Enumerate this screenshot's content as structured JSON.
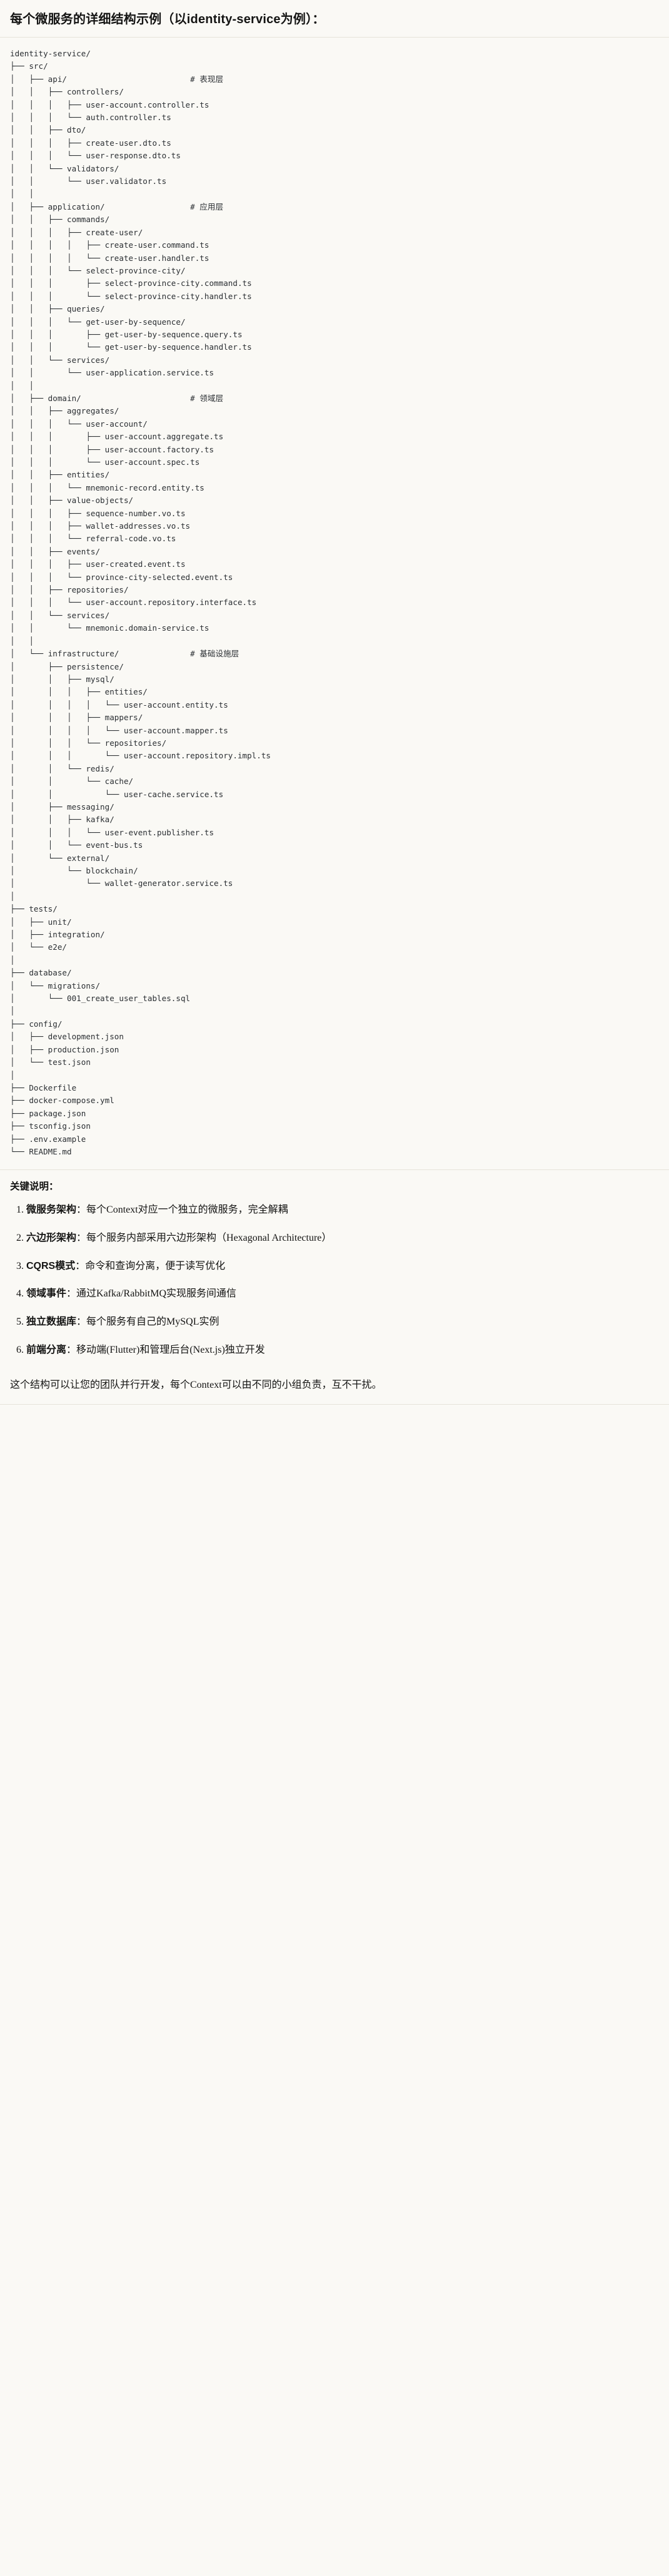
{
  "heading": "每个微服务的详细结构示例（以identity-service为例）：",
  "tree": {
    "text": "identity-service/\n├── src/\n│   ├── api/                          # 表现层\n│   │   ├── controllers/\n│   │   │   ├── user-account.controller.ts\n│   │   │   └── auth.controller.ts\n│   │   ├── dto/\n│   │   │   ├── create-user.dto.ts\n│   │   │   └── user-response.dto.ts\n│   │   └── validators/\n│   │       └── user.validator.ts\n│   │\n│   ├── application/                  # 应用层\n│   │   ├── commands/\n│   │   │   ├── create-user/\n│   │   │   │   ├── create-user.command.ts\n│   │   │   │   └── create-user.handler.ts\n│   │   │   └── select-province-city/\n│   │   │       ├── select-province-city.command.ts\n│   │   │       └── select-province-city.handler.ts\n│   │   ├── queries/\n│   │   │   └── get-user-by-sequence/\n│   │   │       ├── get-user-by-sequence.query.ts\n│   │   │       └── get-user-by-sequence.handler.ts\n│   │   └── services/\n│   │       └── user-application.service.ts\n│   │\n│   ├── domain/                       # 领域层\n│   │   ├── aggregates/\n│   │   │   └── user-account/\n│   │   │       ├── user-account.aggregate.ts\n│   │   │       ├── user-account.factory.ts\n│   │   │       └── user-account.spec.ts\n│   │   ├── entities/\n│   │   │   └── mnemonic-record.entity.ts\n│   │   ├── value-objects/\n│   │   │   ├── sequence-number.vo.ts\n│   │   │   ├── wallet-addresses.vo.ts\n│   │   │   └── referral-code.vo.ts\n│   │   ├── events/\n│   │   │   ├── user-created.event.ts\n│   │   │   └── province-city-selected.event.ts\n│   │   ├── repositories/\n│   │   │   └── user-account.repository.interface.ts\n│   │   └── services/\n│   │       └── mnemonic.domain-service.ts\n│   │\n│   └── infrastructure/               # 基础设施层\n│       ├── persistence/\n│       │   ├── mysql/\n│       │   │   ├── entities/\n│       │   │   │   └── user-account.entity.ts\n│       │   │   ├── mappers/\n│       │   │   │   └── user-account.mapper.ts\n│       │   │   └── repositories/\n│       │   │       └── user-account.repository.impl.ts\n│       │   └── redis/\n│       │       └── cache/\n│       │           └── user-cache.service.ts\n│       ├── messaging/\n│       │   ├── kafka/\n│       │   │   └── user-event.publisher.ts\n│       │   └── event-bus.ts\n│       └── external/\n│           └── blockchain/\n│               └── wallet-generator.service.ts\n│\n├── tests/\n│   ├── unit/\n│   ├── integration/\n│   └── e2e/\n│\n├── database/\n│   └── migrations/\n│       └── 001_create_user_tables.sql\n│\n├── config/\n│   ├── development.json\n│   ├── production.json\n│   └── test.json\n│\n├── Dockerfile\n├── docker-compose.yml\n├── package.json\n├── tsconfig.json\n├── .env.example\n└── README.md"
  },
  "notes": {
    "title": "关键说明：",
    "items": [
      {
        "bold": "微服务架构",
        "rest": "：每个Context对应一个独立的微服务，完全解耦"
      },
      {
        "bold": "六边形架构",
        "rest": "：每个服务内部采用六边形架构（Hexagonal Architecture）"
      },
      {
        "bold": "CQRS模式",
        "rest": "：命令和查询分离，便于读写优化"
      },
      {
        "bold": "领域事件",
        "rest": "：通过Kafka/RabbitMQ实现服务间通信"
      },
      {
        "bold": "独立数据库",
        "rest": "：每个服务有自己的MySQL实例"
      },
      {
        "bold": "前端分离",
        "rest": "：移动端(Flutter)和管理后台(Next.js)独立开发"
      }
    ]
  },
  "closing": "这个结构可以让您的团队并行开发，每个Context可以由不同的小组负责，互不干扰。"
}
